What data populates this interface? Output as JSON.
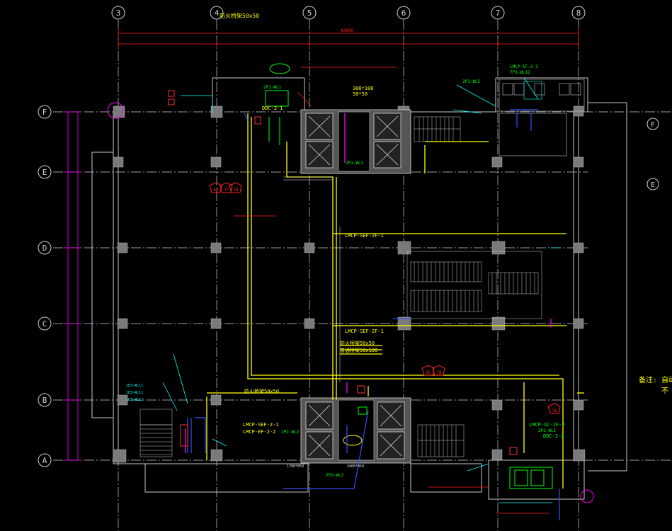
{
  "grid": {
    "columns": [
      "3",
      "4",
      "5",
      "6",
      "7",
      "8"
    ],
    "rows": [
      "F",
      "E",
      "D",
      "C",
      "B",
      "A"
    ],
    "right_markers": [
      "F",
      "E"
    ]
  },
  "labels": {
    "top_tray": "防火桥架50x50",
    "dim_total": "42000",
    "ddc_2_1": "DDC-2-1",
    "duct_300": "300*100",
    "duct_50": "50*50",
    "wl1": "2P1-WL1",
    "wl3": "2P1-WL3",
    "wl12": "7P1-WL12",
    "wl5": "2P1-WL5",
    "lmcp_ef_2_1": "LMCP-EF-2-1",
    "lmcp_sef_2f_1_top": "LMCP-SEF-2F-1",
    "lmcp_sef_2f_1_mid": "LMCP-SEF-2F-1",
    "tray_50x50": "防火桥架50x50",
    "tray_50x100": "普通桥架50x100",
    "tray_50x50_b": "防火桥架50x50",
    "lmcp_sef_2_1": "LMCP-SEF-2-1",
    "lmcp_ef_2_2": "LMCP-EF-2-2",
    "wl2": "2P2-WL2",
    "lmcp_ac_2f": "LMCP-AC-2F-2",
    "wl1_b": "2P2-WL1",
    "ddc_2_2": "DDC-2-2",
    "wl2_b": "2P2-WL2",
    "dim_1700": "1700*850",
    "dim_3400": "3400*850",
    "wl11": "1E3-WL11",
    "wl11_b": "1E3-WL11",
    "wl13": "1E3-WL13",
    "note": "备注: 自动",
    "note2": "不"
  },
  "tags": [
    "6B",
    "7C",
    "7B",
    "6C",
    "7B",
    "7B"
  ],
  "colors": {
    "background": "#000000",
    "grid": "#ffffff",
    "walls": "#c8c8c8",
    "dimension": "#ff2020",
    "dim_vertical": "#ff00ff",
    "yellow_tray": "#ffff00",
    "green": "#00ff00",
    "cyan": "#00ffff",
    "blue": "#4060ff",
    "magenta": "#ff00ff",
    "column": "#808080",
    "orange": "#ff8000"
  }
}
